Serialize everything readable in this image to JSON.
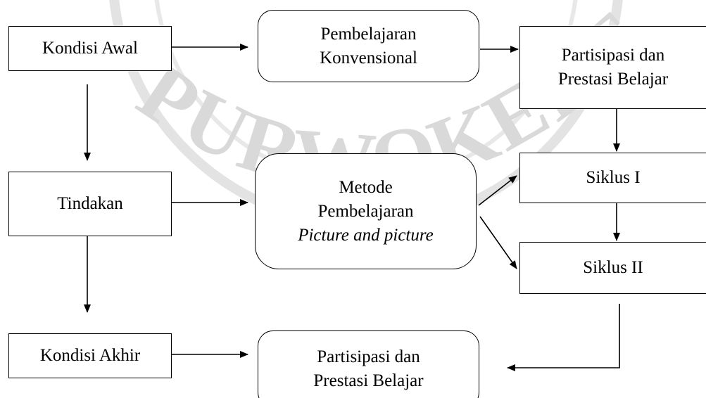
{
  "watermark": {
    "text": "PURWOKERTO",
    "color": "#d9d9d9"
  },
  "nodes": {
    "kondisi_awal": {
      "lines": [
        "Kondisi Awal"
      ]
    },
    "pembelajaran_konvensional": {
      "lines": [
        "Pembelajaran",
        "Konvensional"
      ]
    },
    "partisipasi_awal": {
      "lines": [
        "Partisipasi dan",
        "Prestasi Belajar"
      ]
    },
    "tindakan": {
      "lines": [
        "Tindakan"
      ]
    },
    "metode": {
      "lines": [
        "Metode",
        "Pembelajaran",
        "Picture and picture"
      ]
    },
    "siklus_1": {
      "lines": [
        "Siklus I"
      ]
    },
    "siklus_2": {
      "lines": [
        "Siklus II"
      ]
    },
    "kondisi_akhir": {
      "lines": [
        "Kondisi Akhir"
      ]
    },
    "partisipasi_akhir": {
      "lines": [
        "Partisipasi dan",
        "Prestasi Belajar"
      ]
    }
  },
  "edges": [
    {
      "from": "Kondisi Awal",
      "to": "Pembelajaran Konvensional"
    },
    {
      "from": "Pembelajaran Konvensional",
      "to": "Partisipasi dan Prestasi Belajar"
    },
    {
      "from": "Partisipasi dan Prestasi Belajar",
      "to": "Siklus I"
    },
    {
      "from": "Kondisi Awal",
      "to": "Tindakan"
    },
    {
      "from": "Tindakan",
      "to": "Metode Pembelajaran Picture and picture"
    },
    {
      "from": "Metode Pembelajaran Picture and picture",
      "to": "Siklus I"
    },
    {
      "from": "Metode Pembelajaran Picture and picture",
      "to": "Siklus II"
    },
    {
      "from": "Siklus I",
      "to": "Siklus II"
    },
    {
      "from": "Tindakan",
      "to": "Kondisi Akhir"
    },
    {
      "from": "Kondisi Akhir",
      "to": "Partisipasi dan Prestasi Belajar"
    },
    {
      "from": "Siklus II",
      "to": "Partisipasi dan Prestasi Belajar"
    }
  ]
}
